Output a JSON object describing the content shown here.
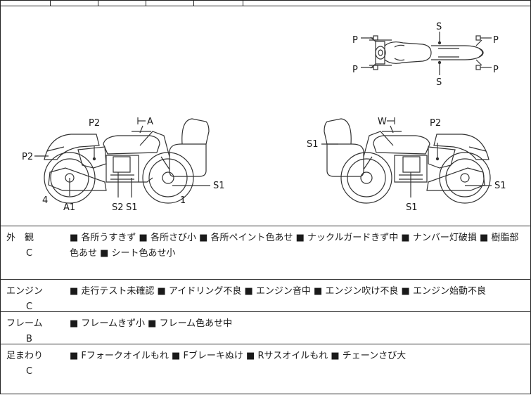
{
  "diagram": {
    "topview": {
      "front_left": "P",
      "front_right": "P",
      "rear_left": "P",
      "rear_right": "P",
      "seat_top": "S",
      "seat_bottom": "S"
    },
    "left_side": {
      "label_p2_top": "P2",
      "label_a_top": "A",
      "label_p2_left": "P2",
      "label_s1_right": "S1",
      "label_4": "4",
      "label_a1": "A1",
      "label_s2": "S2",
      "label_s1_bottom": "S1",
      "label_1": "1"
    },
    "right_side": {
      "label_w": "W",
      "label_p2": "P2",
      "label_s1_left": "S1",
      "label_s1_right": "S1",
      "label_s1_bottom": "S1"
    }
  },
  "condition_rows": [
    {
      "category": "外　観",
      "grade": "C",
      "notes": "■ 各所うすきず ■ 各所さび小 ■ 各所ペイント色あせ ■ ナックルガードきず中 ■ ナンバー灯破損 ■ 樹脂部色あせ ■ シート色あせ小"
    },
    {
      "category": "エンジン",
      "grade": "C",
      "notes": "■ 走行テスト未確認 ■ アイドリング不良 ■ エンジン音中 ■ エンジン吹け不良 ■ エンジン始動不良"
    },
    {
      "category": "フレーム",
      "grade": "B",
      "notes": "■ フレームきず小 ■ フレーム色あせ中"
    },
    {
      "category": "足まわり",
      "grade": "C",
      "notes": "■ Fフォークオイルもれ ■ Fブレーキぬけ ■ Rサスオイルもれ ■ チェーンさび大"
    }
  ]
}
